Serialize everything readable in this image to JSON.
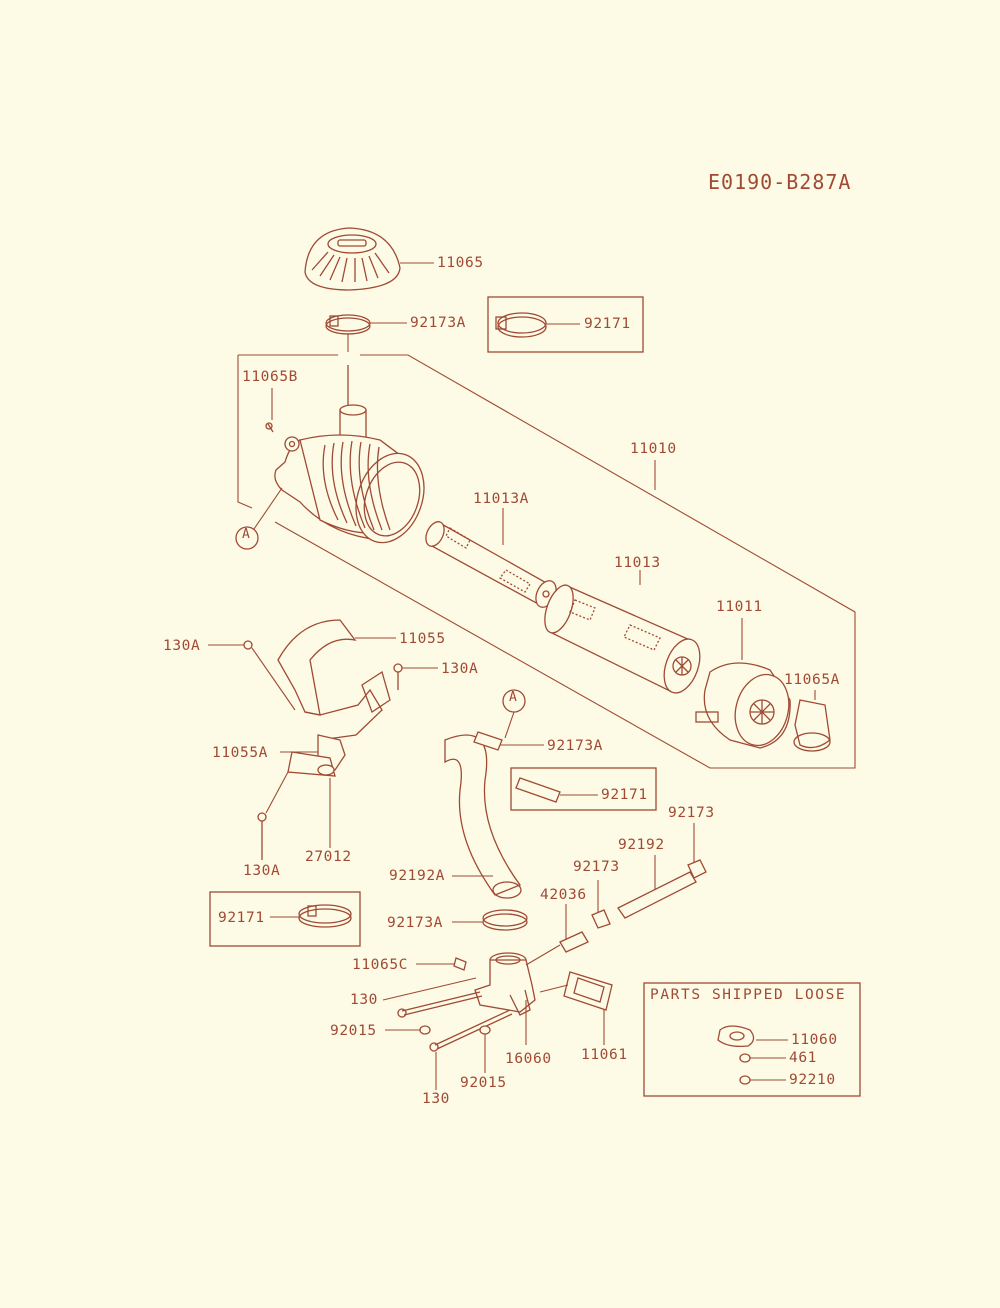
{
  "diagram_ref": "E0190-B287A",
  "parts_box_title": "PARTS SHIPPED LOOSE",
  "callout": "A",
  "labels": {
    "p11065": "11065",
    "p92173A_top": "92173A",
    "p92171_top": "92171",
    "p11065B": "11065B",
    "p11010": "11010",
    "p11013A": "11013A",
    "p11013": "11013",
    "p11011": "11011",
    "p11065A": "11065A",
    "p130A_1": "130A",
    "p11055": "11055",
    "p130A_2": "130A",
    "p92173A_mid": "92173A",
    "p11055A": "11055A",
    "p92171_mid": "92171",
    "p92173_r": "92173",
    "p92192": "92192",
    "p92173_m": "92173",
    "p130A_3": "130A",
    "p27012": "27012",
    "p92192A": "92192A",
    "p42036": "42036",
    "p92171_left": "92171",
    "p92173A_low": "92173A",
    "p11065C": "11065C",
    "p130_1": "130",
    "p92015_1": "92015",
    "p16060": "16060",
    "p11061": "11061",
    "p130_2": "130",
    "p92015_2": "92015",
    "p11060": "11060",
    "p461": "461",
    "p92210": "92210"
  },
  "colors": {
    "ink": "#a04a34",
    "paper": "#fdfbe6"
  }
}
